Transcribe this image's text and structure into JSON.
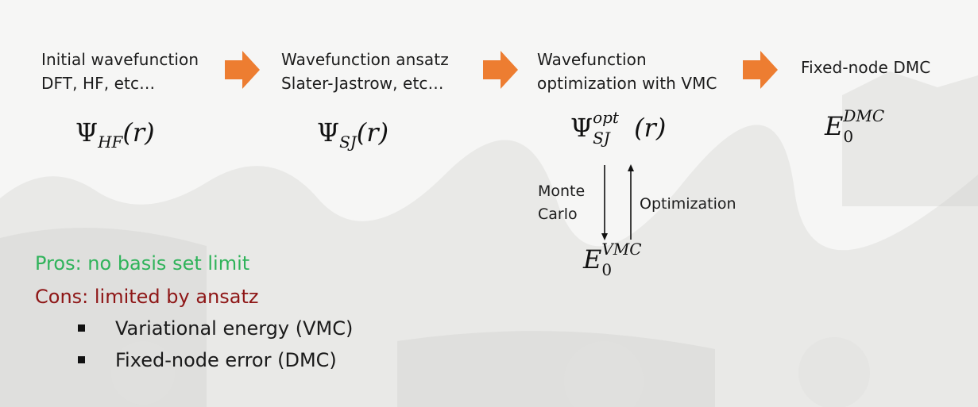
{
  "steps": [
    {
      "line1": "Initial wavefunction",
      "line2": "DFT, HF, etc…"
    },
    {
      "line1": "Wavefunction ansatz",
      "line2": "Slater-Jastrow, etc…"
    },
    {
      "line1": "Wavefunction",
      "line2": "optimization with VMC"
    },
    {
      "line1": "Fixed-node DMC",
      "line2": ""
    }
  ],
  "math": {
    "psi_hf": {
      "symbol": "Ψ",
      "sub": "HF",
      "arg": "(r)"
    },
    "psi_sj": {
      "symbol": "Ψ",
      "sub": "SJ",
      "arg": "(r)"
    },
    "psi_opt": {
      "symbol": "Ψ",
      "sub": "SJ",
      "sup": "opt",
      "arg": "(r)"
    },
    "e_dmc": {
      "symbol": "E",
      "sub": "0",
      "sup": "DMC"
    },
    "e_vmc": {
      "symbol": "E",
      "sub": "0",
      "sup": "VMC"
    }
  },
  "cycle": {
    "down_label_1": "Monte",
    "down_label_2": "Carlo",
    "up_label": "Optimization"
  },
  "pros": "Pros: no basis set limit",
  "cons": "Cons: limited by ansatz",
  "bullets": [
    "Variational energy (VMC)",
    "Fixed-node error (DMC)"
  ],
  "colors": {
    "arrow": "#ed7d31",
    "pros": "#2fb35a",
    "cons": "#8e1616"
  }
}
